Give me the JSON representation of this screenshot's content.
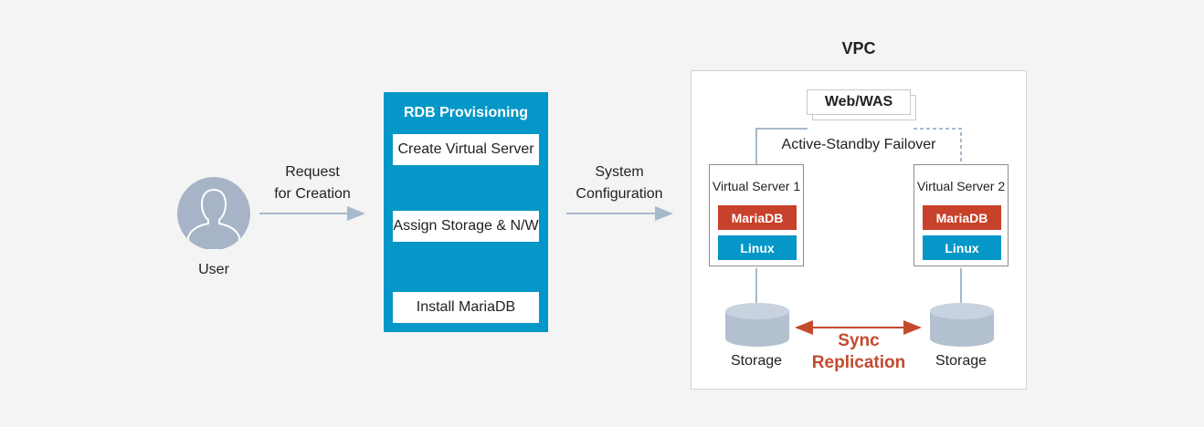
{
  "user": {
    "label": "User",
    "icon": "user-avatar-icon"
  },
  "request_edge": {
    "label_line1": "Request",
    "label_line2": "for Creation"
  },
  "provisioning": {
    "title": "RDB Provisioning",
    "steps": [
      "Create Virtual Server",
      "Assign Storage & N/W",
      "Install MariaDB"
    ]
  },
  "config_edge": {
    "label_line1": "System",
    "label_line2": "Configuration"
  },
  "vpc": {
    "title": "VPC",
    "webwas": "Web/WAS",
    "failover_label": "Active-Standby Failover",
    "servers": [
      {
        "title": "Virtual Server 1",
        "db": "MariaDB",
        "os": "Linux",
        "storage": "Storage"
      },
      {
        "title": "Virtual Server 2",
        "db": "MariaDB",
        "os": "Linux",
        "storage": "Storage"
      }
    ],
    "sync_line1": "Sync",
    "sync_line2": "Replication"
  },
  "colors": {
    "background": "#f4f4f4",
    "panel_blue": "#0597c7",
    "mariadb_red": "#c8412b",
    "sync_red": "#c44a2e",
    "arrow_gray": "#a7bacb",
    "storage_gray": "#b3c0d0"
  }
}
